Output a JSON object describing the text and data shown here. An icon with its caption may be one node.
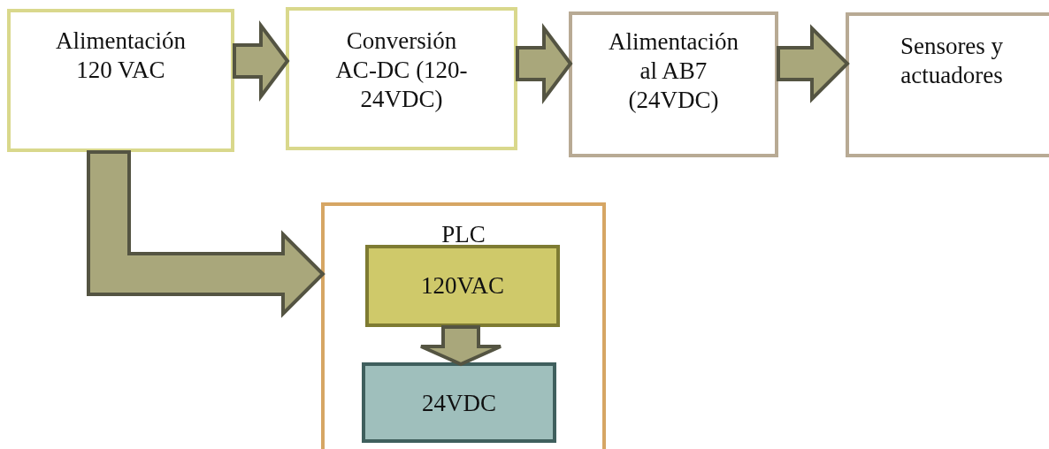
{
  "diagram": {
    "nodes": [
      {
        "text": [
          "Alimentación 120 VAC"
        ]
      },
      {
        "text": [
          "Conversión AC-DC (120-24VDC)"
        ]
      },
      {
        "text": [
          "Alimentación al AB7 (24VDC)"
        ]
      },
      {
        "text": [
          "Sensores y actuadores"
        ]
      },
      {
        "text": [
          "PLC"
        ]
      },
      {
        "text": [
          "120VAC"
        ],
        "in": 4
      },
      {
        "text": [
          "24VDC"
        ],
        "in": 4
      }
    ],
    "edges": [
      {
        "from": 0,
        "to": 1,
        "arrow": "to"
      },
      {
        "from": 1,
        "to": 2,
        "arrow": "to"
      },
      {
        "from": 2,
        "to": 3,
        "arrow": "to"
      },
      {
        "from": 0,
        "to": 4,
        "arrow": "to"
      },
      {
        "from": 5,
        "to": 6,
        "arrow": "to"
      }
    ]
  }
}
